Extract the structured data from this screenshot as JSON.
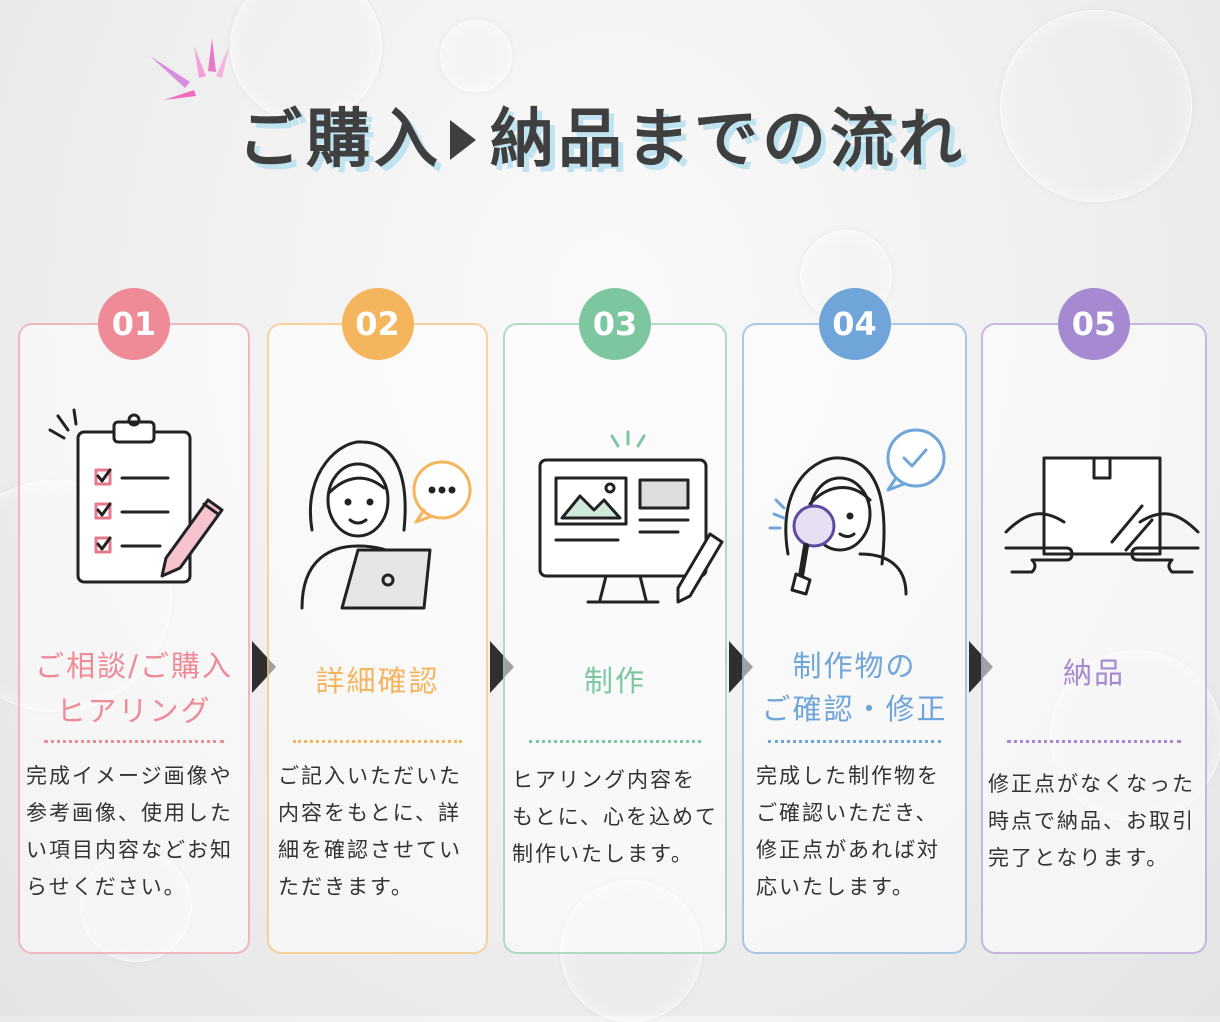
{
  "title": {
    "part1": "ご購入",
    "part2": "納品までの流れ"
  },
  "steps": [
    {
      "num": "01",
      "title": [
        "ご相談/ご購入",
        "ヒアリング"
      ],
      "color": "#ef8a97",
      "desc": [
        "完成イメージ画像や",
        "参考画像、使用した",
        "い項目内容などお知",
        "らせください。"
      ],
      "icon": "clipboard-checklist-icon"
    },
    {
      "num": "02",
      "title": [
        "詳細確認"
      ],
      "color": "#f5b55c",
      "desc": [
        "ご記入いただいた",
        "内容をもとに、詳",
        "細を確認させてい",
        "ただきます。"
      ],
      "icon": "person-laptop-chat-icon"
    },
    {
      "num": "03",
      "title": [
        "制作"
      ],
      "color": "#7cc7a0",
      "desc": [
        "ヒアリング内容を",
        "もとに、心を込めて",
        "制作いたします。"
      ],
      "icon": "monitor-design-icon"
    },
    {
      "num": "04",
      "title": [
        "制作物の",
        "ご確認・修正"
      ],
      "color": "#6fa5d8",
      "desc": [
        "完成した制作物を",
        "ご確認いただき、",
        "修正点があれば対",
        "応いたします。"
      ],
      "icon": "person-magnifier-check-icon"
    },
    {
      "num": "05",
      "title": [
        "納品"
      ],
      "color": "#a58ad2",
      "desc": [
        "修正点がなくなった",
        "時点で納品、お取引",
        "完了となります。"
      ],
      "icon": "hands-box-delivery-icon"
    }
  ]
}
